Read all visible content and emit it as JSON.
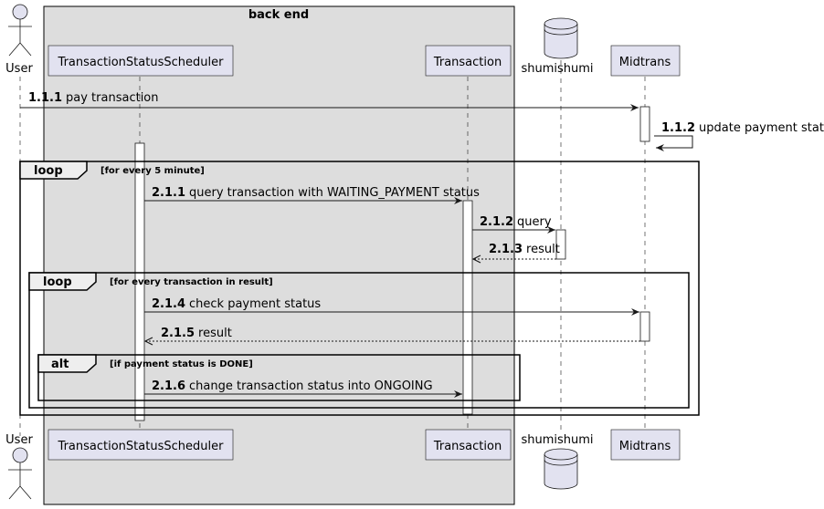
{
  "group": {
    "title": "back end"
  },
  "participants": [
    {
      "id": "user",
      "label": "User",
      "kind": "actor"
    },
    {
      "id": "scheduler",
      "label": "TransactionStatusScheduler",
      "kind": "participant"
    },
    {
      "id": "transaction",
      "label": "Transaction",
      "kind": "participant"
    },
    {
      "id": "shumishumi",
      "label": "shumishumi",
      "kind": "database"
    },
    {
      "id": "midtrans",
      "label": "Midtrans",
      "kind": "participant"
    }
  ],
  "messages": [
    {
      "num": "1.1.1",
      "text": "pay transaction"
    },
    {
      "num": "1.1.2",
      "text": "update payment status"
    },
    {
      "num": "2.1.1",
      "text": "query transaction with WAITING_PAYMENT status"
    },
    {
      "num": "2.1.2",
      "text": "query"
    },
    {
      "num": "2.1.3",
      "text": "result"
    },
    {
      "num": "2.1.4",
      "text": "check payment status"
    },
    {
      "num": "2.1.5",
      "text": "result"
    },
    {
      "num": "2.1.6",
      "text": "change transaction status into ONGOING"
    }
  ],
  "fragments": [
    {
      "keyword": "loop",
      "condition": "[for every 5 minute]"
    },
    {
      "keyword": "loop",
      "condition": "[for every transaction in result]"
    },
    {
      "keyword": "alt",
      "condition": "[if payment status is DONE]"
    }
  ]
}
